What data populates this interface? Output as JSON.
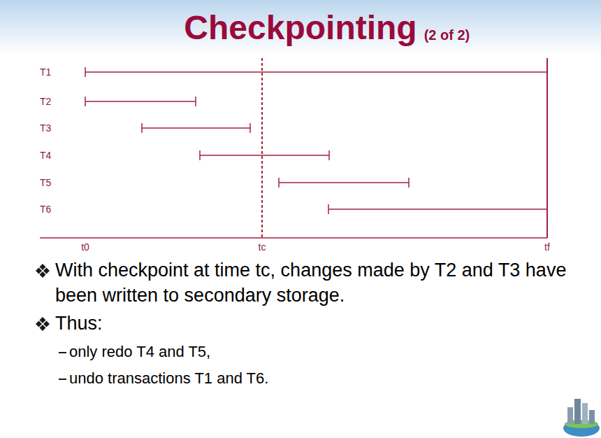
{
  "diagram": {
    "title": "Checkpointing",
    "labels": [
      "(2 of 2)",
      "T1",
      "T2",
      "T3",
      "T4",
      "T5",
      "T6",
      "t0",
      "tc",
      "tf",
      "With checkpoint at time tc, changes made by T2 and T3 have been written to secondary storage.",
      "Thus:",
      "only redo T4 and T5,",
      "undo transactions T1 and T6."
    ]
  }
}
